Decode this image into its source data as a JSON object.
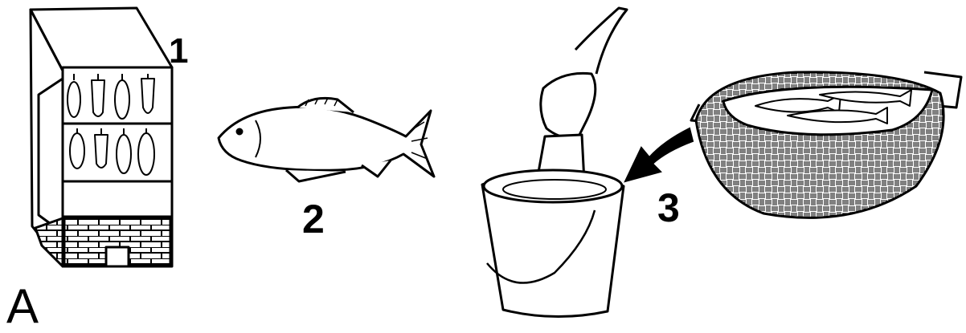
{
  "figure": {
    "panel_label": "A",
    "steps": [
      {
        "number": "1"
      },
      {
        "number": "2"
      },
      {
        "number": "3"
      }
    ]
  },
  "colors": {
    "ink": "#000000",
    "paper": "#ffffff"
  }
}
